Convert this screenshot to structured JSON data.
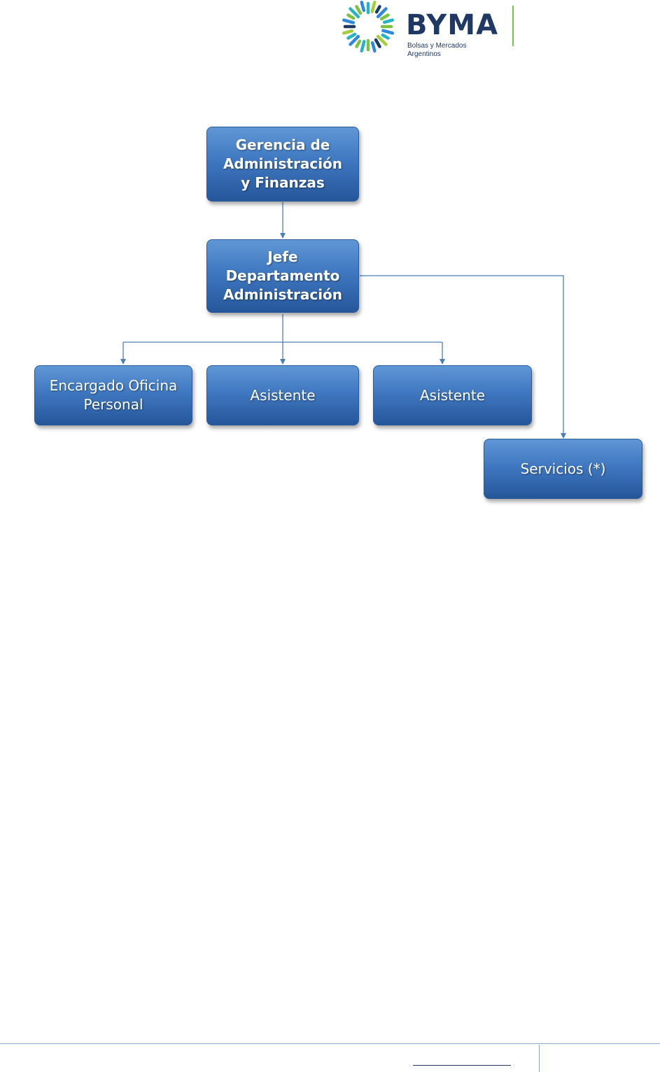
{
  "logo": {
    "wordmark": "BYMA",
    "subtitle_line1": "Bolsas y Mercados",
    "subtitle_line2": "Argentinos",
    "colors": {
      "navy": "#1f3864",
      "green": "#7cc242",
      "blue": "#2e86de",
      "teal": "#27b3c6",
      "lime": "#a6ce39"
    }
  },
  "org_chart": {
    "gerencia": {
      "line1": "Gerencia de",
      "line2": "Administración",
      "line3": "y Finanzas"
    },
    "jefe": {
      "line1": "Jefe",
      "line2": "Departamento",
      "line3": "Administración"
    },
    "encargado": {
      "line1": "Encargado Oficina",
      "line2": "Personal"
    },
    "asistente_1": {
      "label": "Asistente"
    },
    "asistente_2": {
      "label": "Asistente"
    },
    "servicios": {
      "label": "Servicios (*)"
    }
  },
  "colors": {
    "connector": "#4a7ebb",
    "box_top": "#5f97d6",
    "box_bottom": "#25569a",
    "footer_rule": "#8ea9cc"
  }
}
